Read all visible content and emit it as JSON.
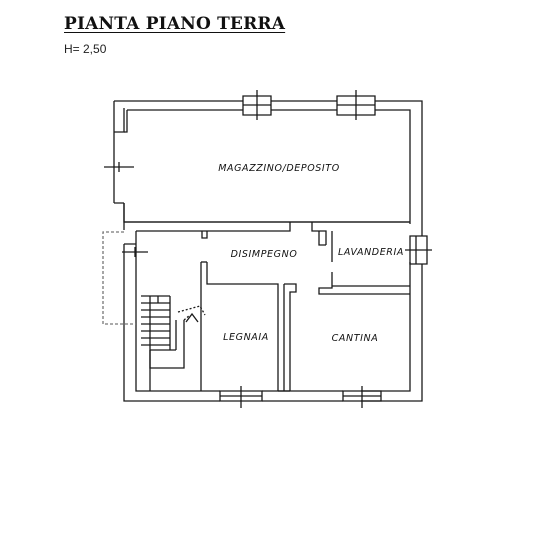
{
  "header": {
    "title": "PIANTA PIANO TERRA",
    "ceiling_height": "H= 2,50"
  },
  "rooms": {
    "magazzino": "MAGAZZINO/DEPOSITO",
    "disimpegno": "DISIMPEGNO",
    "lavanderia": "LAVANDERIA",
    "legnaia": "LEGNAIA",
    "cantina": "CANTINA"
  }
}
